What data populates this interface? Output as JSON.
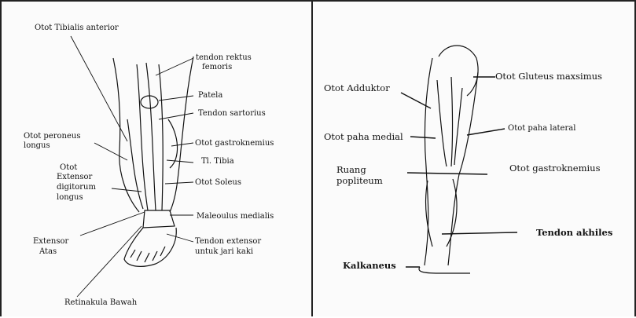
{
  "left_panel": {
    "labels": {
      "tibialis_anterior": "Otot Tibialis anterior",
      "tendon_rektus_line1": "tendon rektus",
      "tendon_rektus_line2": "femoris",
      "patela": "Patela",
      "tendon_sartorius": "Tendon sartorius",
      "peroneus_line1": "Otot peroneus",
      "peroneus_line2": "longus",
      "gastroknemius": "Otot gastroknemius",
      "tibia": "Tl. Tibia",
      "extensor_line1": "Otot",
      "extensor_line2": "Extensor",
      "extensor_line3": "digitorum",
      "extensor_line4": "longus",
      "soleus": "Otot Soleus",
      "maleoulus": "Maleoulus medialis",
      "extensor_atas_line1": "Extensor",
      "extensor_atas_line2": "Atas",
      "tendon_extensor_line1": "Tendon extensor",
      "tendon_extensor_line2": "untuk jari kaki",
      "retinakula": "Retinakula Bawah"
    }
  },
  "right_panel": {
    "labels": {
      "adduktor": "Otot Adduktor",
      "gluteus": "Otot Gluteus maxsimus",
      "paha_medial": "Otot paha medial",
      "paha_lateral": "Otot paha lateral",
      "ruang_line1": "Ruang",
      "ruang_line2": "popliteum",
      "gastroknemius": "Otot gastroknemius",
      "tendon_akhiles": "Tendon akhiles",
      "kalkaneus": "Kalkaneus"
    }
  },
  "colors": {
    "ink": "#111111",
    "paper": "#fbfbfb",
    "frame": "#222222"
  }
}
